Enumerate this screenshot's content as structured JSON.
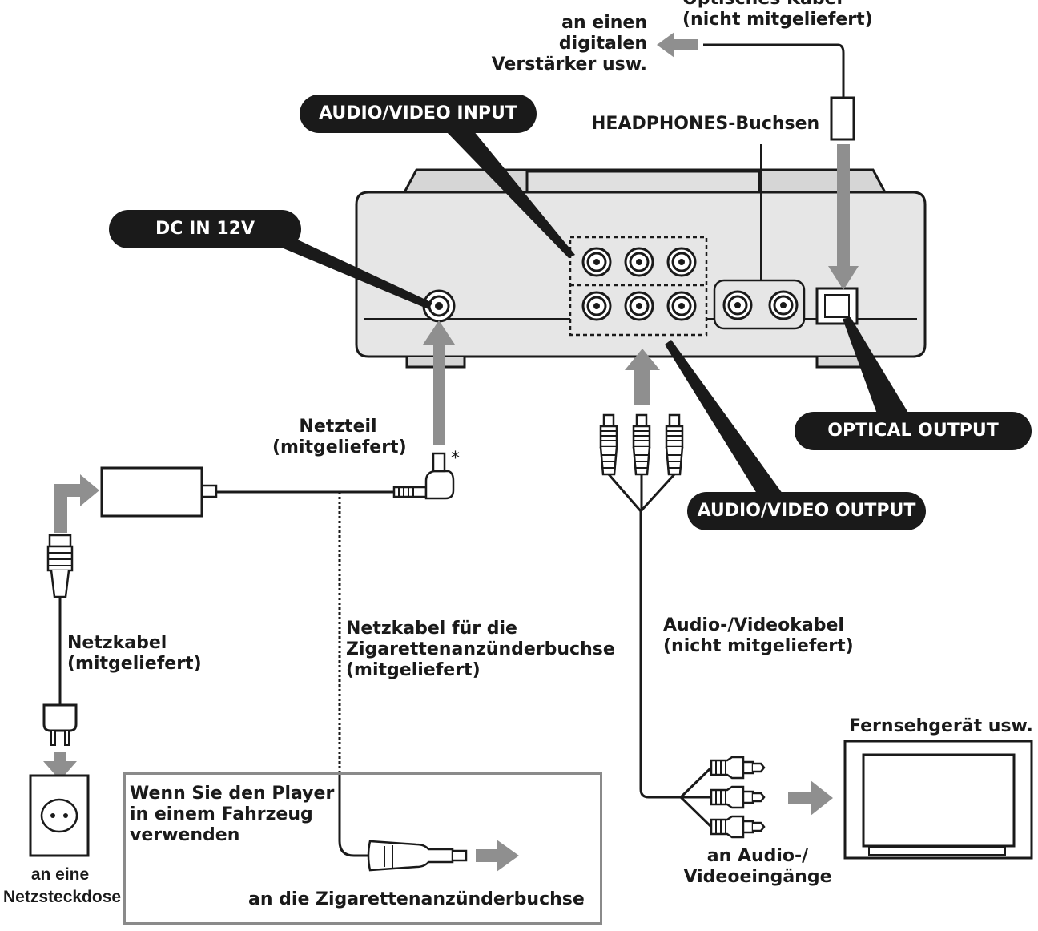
{
  "labels": {
    "optical_cable": "Optisches Kabel\n(nicht mitgeliefert)",
    "digital_amp": "an einen\ndigitalen\nVerstärker usw.",
    "headphones": "HEADPHONES-Buchsen",
    "ac_adapter": "Netzteil\n(mitgeliefert)",
    "asterisk": "*",
    "mains_cable": "Netzkabel\n(mitgeliefert)",
    "car_cable": "Netzkabel für die\nZigarettenanzünderbuchse\n(mitgeliefert)",
    "av_cable": "Audio-/Videokabel\n(nicht mitgeliefert)",
    "tv": "Fernsehgerät usw.",
    "av_inputs": "an Audio-/\nVideoeingänge",
    "wall_socket": "an eine\nNetzsteckdose",
    "vehicle": "Wenn Sie den Player\nin einem Fahrzeug\nverwenden",
    "cigarette_socket": "an die Zigarettenanzünderbuchse"
  },
  "callouts": {
    "av_input": "AUDIO/VIDEO INPUT",
    "dc_in": "DC IN 12V",
    "optical_output": "OPTICAL OUTPUT",
    "av_output": "AUDIO/VIDEO OUTPUT"
  },
  "colors": {
    "ink": "#1a1a1a",
    "device_fill": "#e6e6e6",
    "arrow_gray": "#8f8f8f",
    "box_border": "#8a8a8a"
  }
}
